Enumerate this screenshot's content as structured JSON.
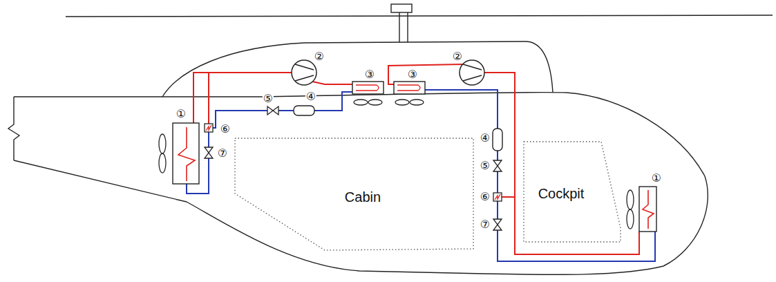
{
  "diagram": {
    "nodes": [
      {
        "text": [
          "Cabin"
        ]
      },
      {
        "text": [
          "Cockpit"
        ]
      }
    ],
    "labels": [
      "①",
      "⑥",
      "⑦",
      "⑤",
      "④",
      "②",
      "③",
      "③",
      "②",
      "④",
      "⑤",
      "⑥",
      "⑦",
      "①"
    ]
  }
}
